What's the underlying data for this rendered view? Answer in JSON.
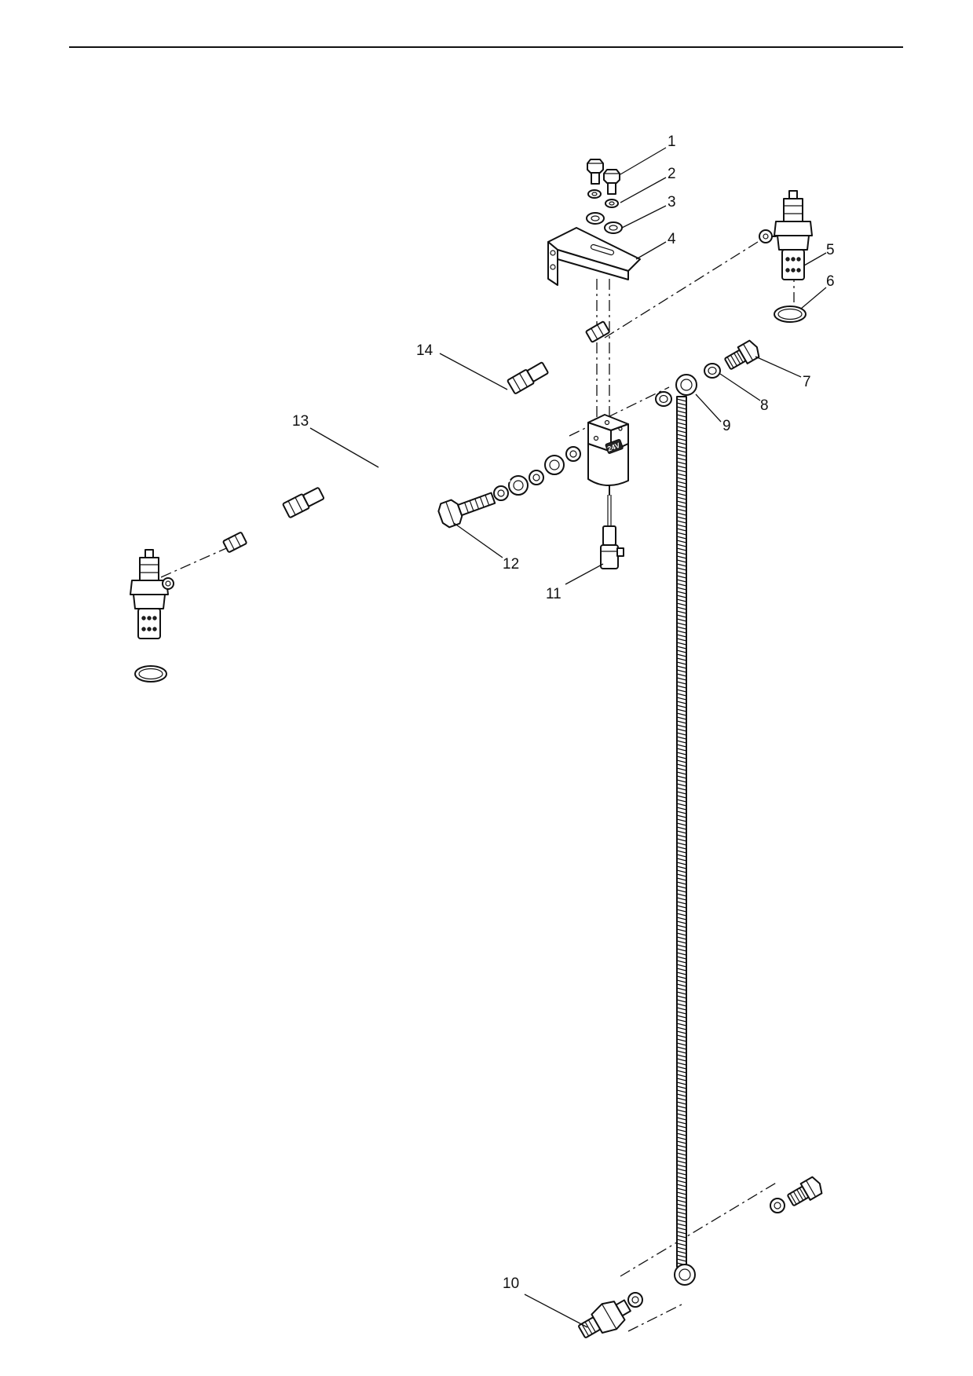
{
  "diagram": {
    "callouts": [
      {
        "id": 1,
        "label": "1"
      },
      {
        "id": 2,
        "label": "2"
      },
      {
        "id": 3,
        "label": "3"
      },
      {
        "id": 4,
        "label": "4"
      },
      {
        "id": 5,
        "label": "5"
      },
      {
        "id": 6,
        "label": "6"
      },
      {
        "id": 7,
        "label": "7"
      },
      {
        "id": 8,
        "label": "8"
      },
      {
        "id": 9,
        "label": "9"
      },
      {
        "id": 10,
        "label": "10"
      },
      {
        "id": 11,
        "label": "11"
      },
      {
        "id": 12,
        "label": "12"
      },
      {
        "id": 13,
        "label": "13"
      },
      {
        "id": 14,
        "label": "14"
      }
    ],
    "solenoid_marking": "24V"
  }
}
